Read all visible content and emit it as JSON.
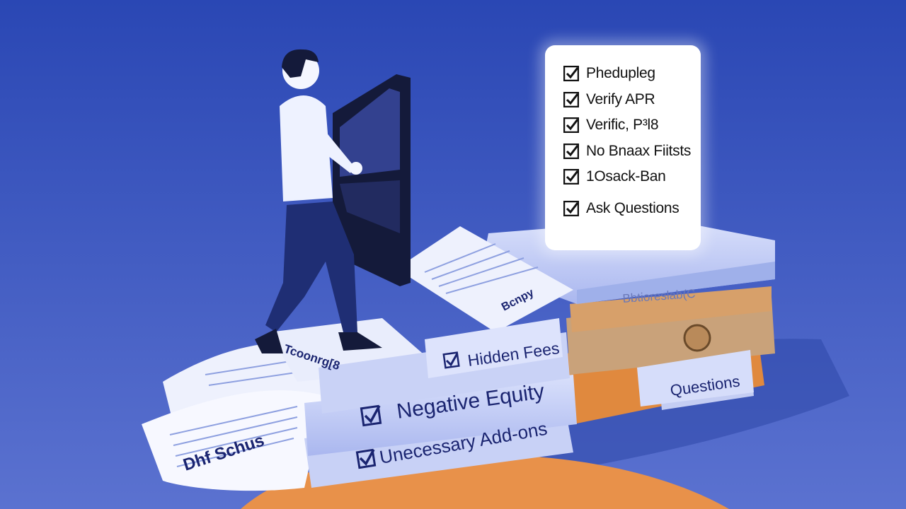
{
  "checklist": {
    "items": [
      {
        "label": "Phedupleg",
        "checked": true
      },
      {
        "label": "Verify APR",
        "checked": true
      },
      {
        "label": "Verific, P³l8",
        "checked": true
      },
      {
        "label": "No Bnaax Fiitsts",
        "checked": true
      },
      {
        "label": "1Osack-Ban",
        "checked": true
      },
      {
        "label": "Ask Questions",
        "checked": true
      }
    ]
  },
  "stack_labels": {
    "top_box": "Hidden Fees",
    "middle_box": "Negative Equity",
    "bottom_box": "Unecessary Add-ons",
    "right_box": "Questions",
    "right_box_top": "Bbtioreslab(C",
    "paper_left": "Dhf Schus",
    "paper_mid": "Tcoonrg[8",
    "paper_top": "Bcnpy"
  },
  "colors": {
    "background_top": "#2a47b4",
    "background_bottom": "#5b72d0",
    "ground": "#e8914a",
    "person_pants": "#1f2e74",
    "car_door": "#141a3a"
  }
}
